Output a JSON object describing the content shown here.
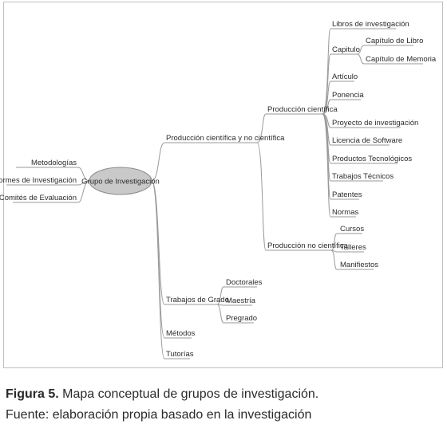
{
  "diagram": {
    "root": "Grupo de Investigación",
    "nodes": {
      "metodologias": "Metodologías",
      "informes": "Informes de Investigación",
      "comites": "Comités de Evaluación",
      "produccion": "Producción científica y no científica",
      "cientifica": "Producción científica",
      "no_cientifica": "Producción no científica",
      "libros": "Libros de investigación",
      "capitulo": "Capitulo",
      "capitulo_libro": "Capítulo de Libro",
      "capitulo_memoria": "Capítulo de Memoria",
      "articulo": "Artículo",
      "ponencia": "Ponencia",
      "proyecto": "Proyecto de investigación",
      "licencia": "Licencia de Software",
      "productos": "Productos Tecnológicos",
      "trabajos_tecnicos": "Trabajos Técnicos",
      "patentes": "Patentes",
      "normas": "Normas",
      "cursos": "Cursos",
      "talleres": "Talleres",
      "manifiestos": "Manifiestos",
      "trabajos_grado": "Trabajos de Grado",
      "doctorales": "Doctorales",
      "maestria": "Maestría",
      "pregrado": "Pregrado",
      "metodos": "Métodos",
      "tutorias": "Tutorías"
    }
  },
  "caption": {
    "label": "Figura 5.",
    "title": " Mapa conceptual de grupos de investigación.",
    "source": "Fuente: elaboración propia basado en la investigación"
  }
}
